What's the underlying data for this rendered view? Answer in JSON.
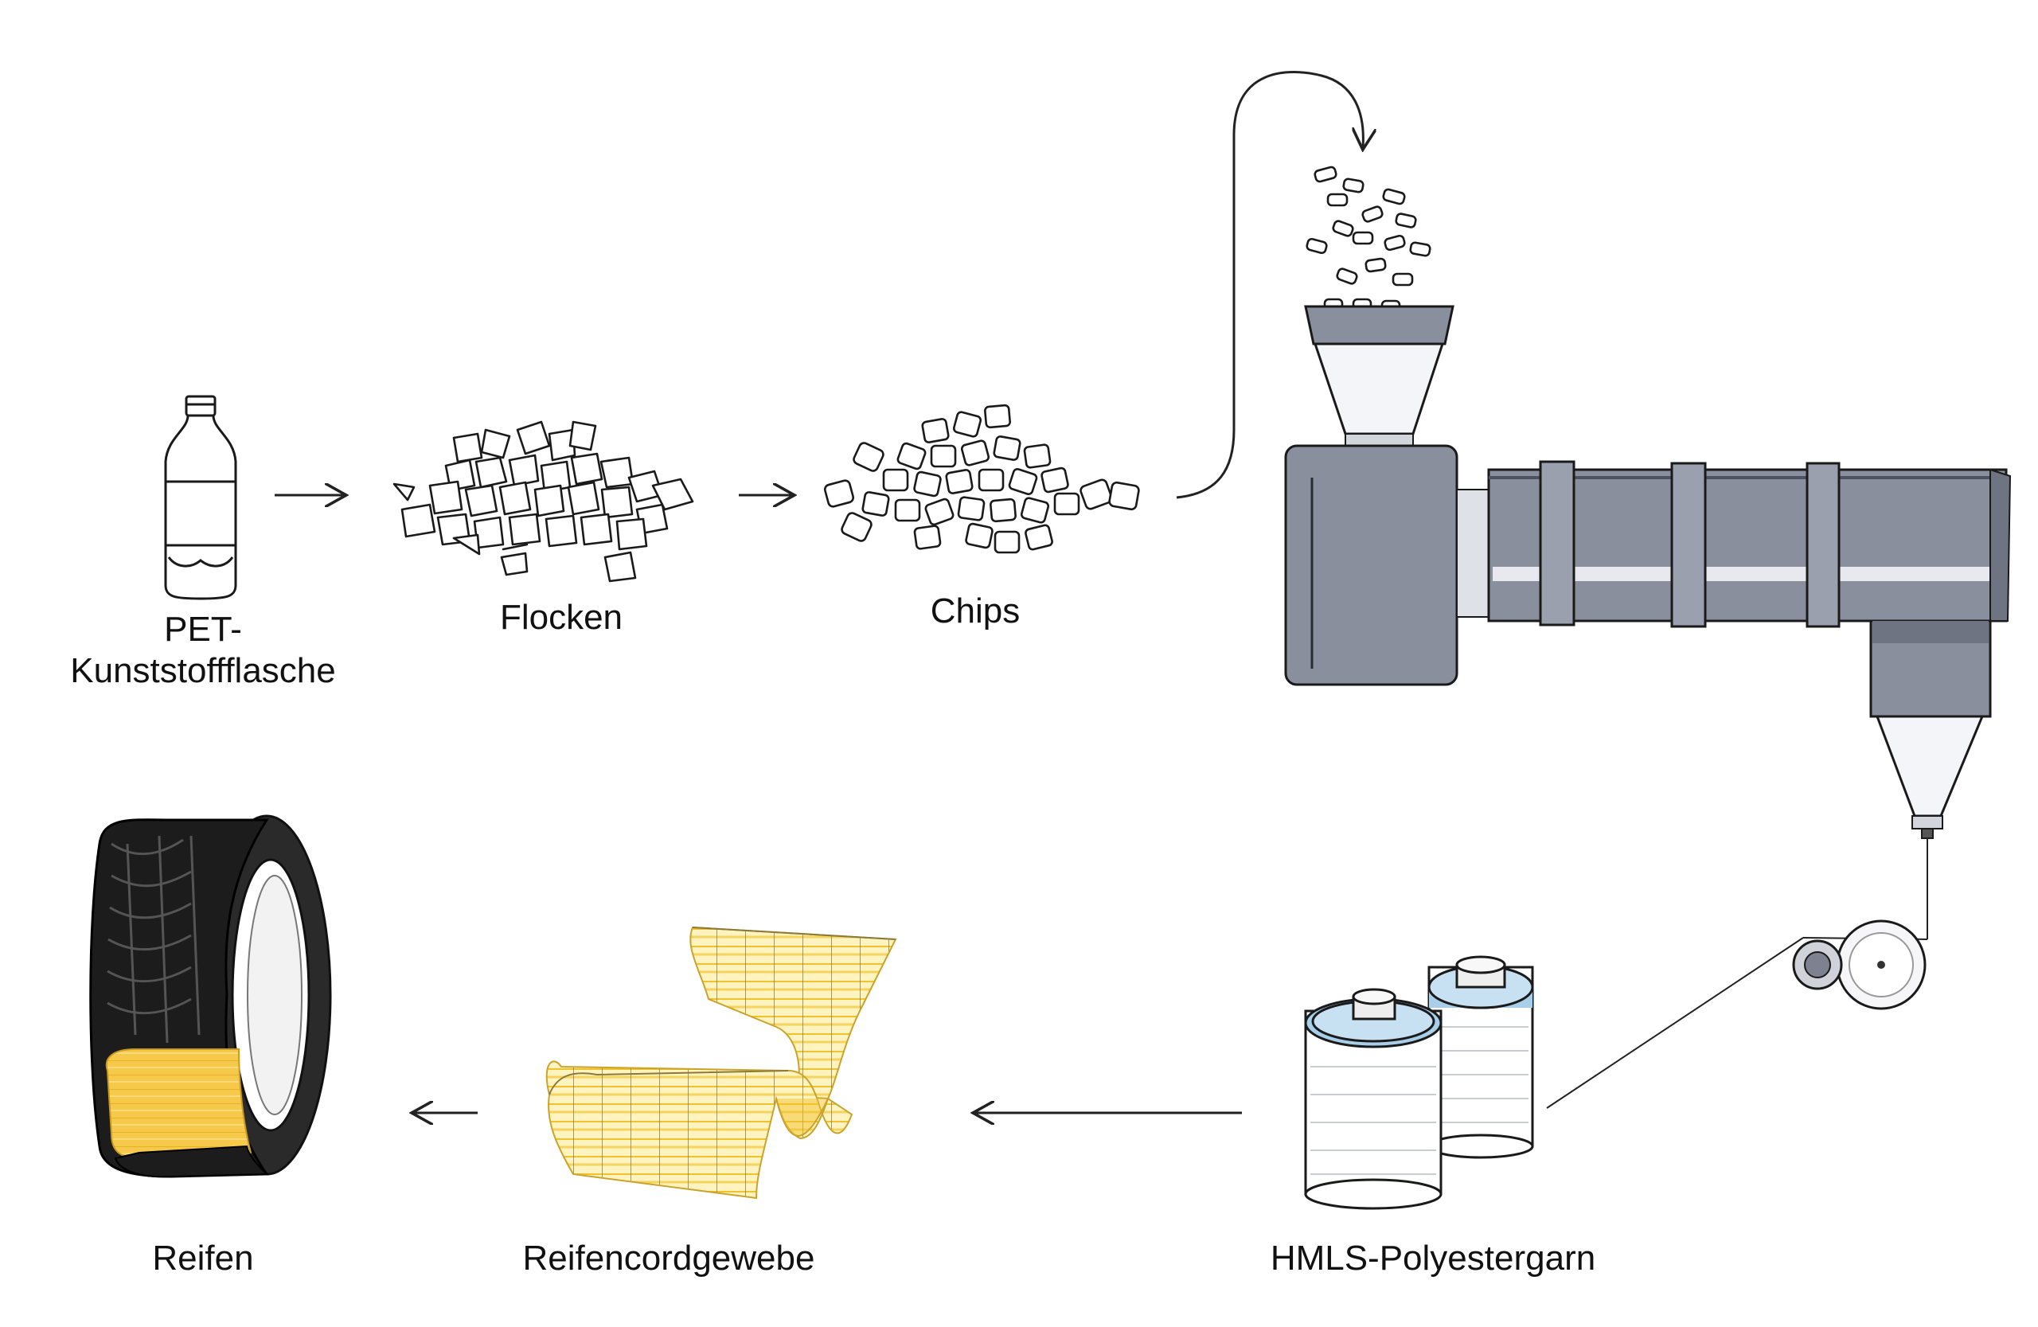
{
  "diagram": {
    "steps": [
      {
        "id": "bottle",
        "label": "PET-Kunststoffflasche",
        "line1": "PET-",
        "line2": "Kunststoffflasche",
        "icon": "bottle-icon"
      },
      {
        "id": "flakes",
        "label": "Flocken",
        "icon": "flakes-icon"
      },
      {
        "id": "chips",
        "label": "Chips",
        "icon": "chips-icon"
      },
      {
        "id": "extruder",
        "label": "",
        "icon": "extruder-machine-icon"
      },
      {
        "id": "yarn",
        "label": "HMLS-Polyestergarn",
        "icon": "yarn-spools-icon"
      },
      {
        "id": "fabric",
        "label": "Reifencordgewebe",
        "icon": "cord-fabric-icon"
      },
      {
        "id": "tire",
        "label": "Reifen",
        "icon": "tire-icon"
      }
    ],
    "colors": {
      "machine": "#8a8f9e",
      "machine_dark": "#6f7483",
      "fabric_yellow": "#f5c53d",
      "spool_blue": "#a8cfea",
      "tire": "#1c1c1c",
      "outline": "#1a1a1a"
    }
  }
}
